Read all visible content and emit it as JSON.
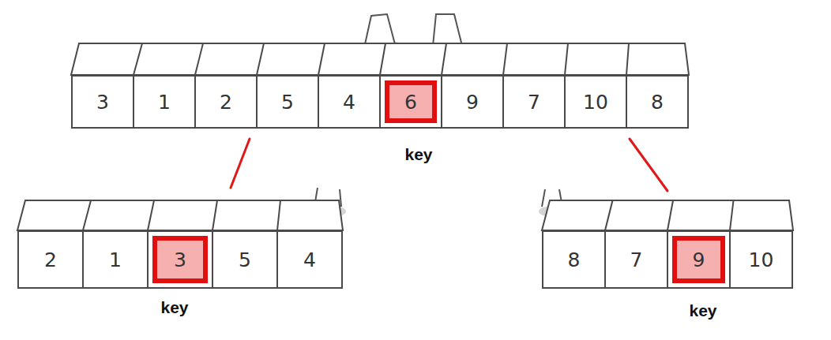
{
  "diagram": {
    "nodes": [
      {
        "text": [
          "3"
        ]
      },
      {
        "text": [
          "1"
        ]
      },
      {
        "text": [
          "2"
        ]
      },
      {
        "text": [
          "5"
        ]
      },
      {
        "text": [
          "4"
        ]
      },
      {
        "text": [
          "6"
        ]
      },
      {
        "text": [
          "9"
        ]
      },
      {
        "text": [
          "7"
        ]
      },
      {
        "text": [
          "10"
        ]
      },
      {
        "text": [
          "8"
        ]
      },
      {
        "text": [
          "2"
        ]
      },
      {
        "text": [
          "1"
        ]
      },
      {
        "text": [
          "3"
        ]
      },
      {
        "text": [
          "5"
        ]
      },
      {
        "text": [
          "4"
        ]
      },
      {
        "text": [
          "8"
        ]
      },
      {
        "text": [
          "7"
        ]
      },
      {
        "text": [
          "9"
        ]
      },
      {
        "text": [
          "10"
        ]
      }
    ],
    "labels": [
      "key",
      "key",
      "key"
    ]
  }
}
